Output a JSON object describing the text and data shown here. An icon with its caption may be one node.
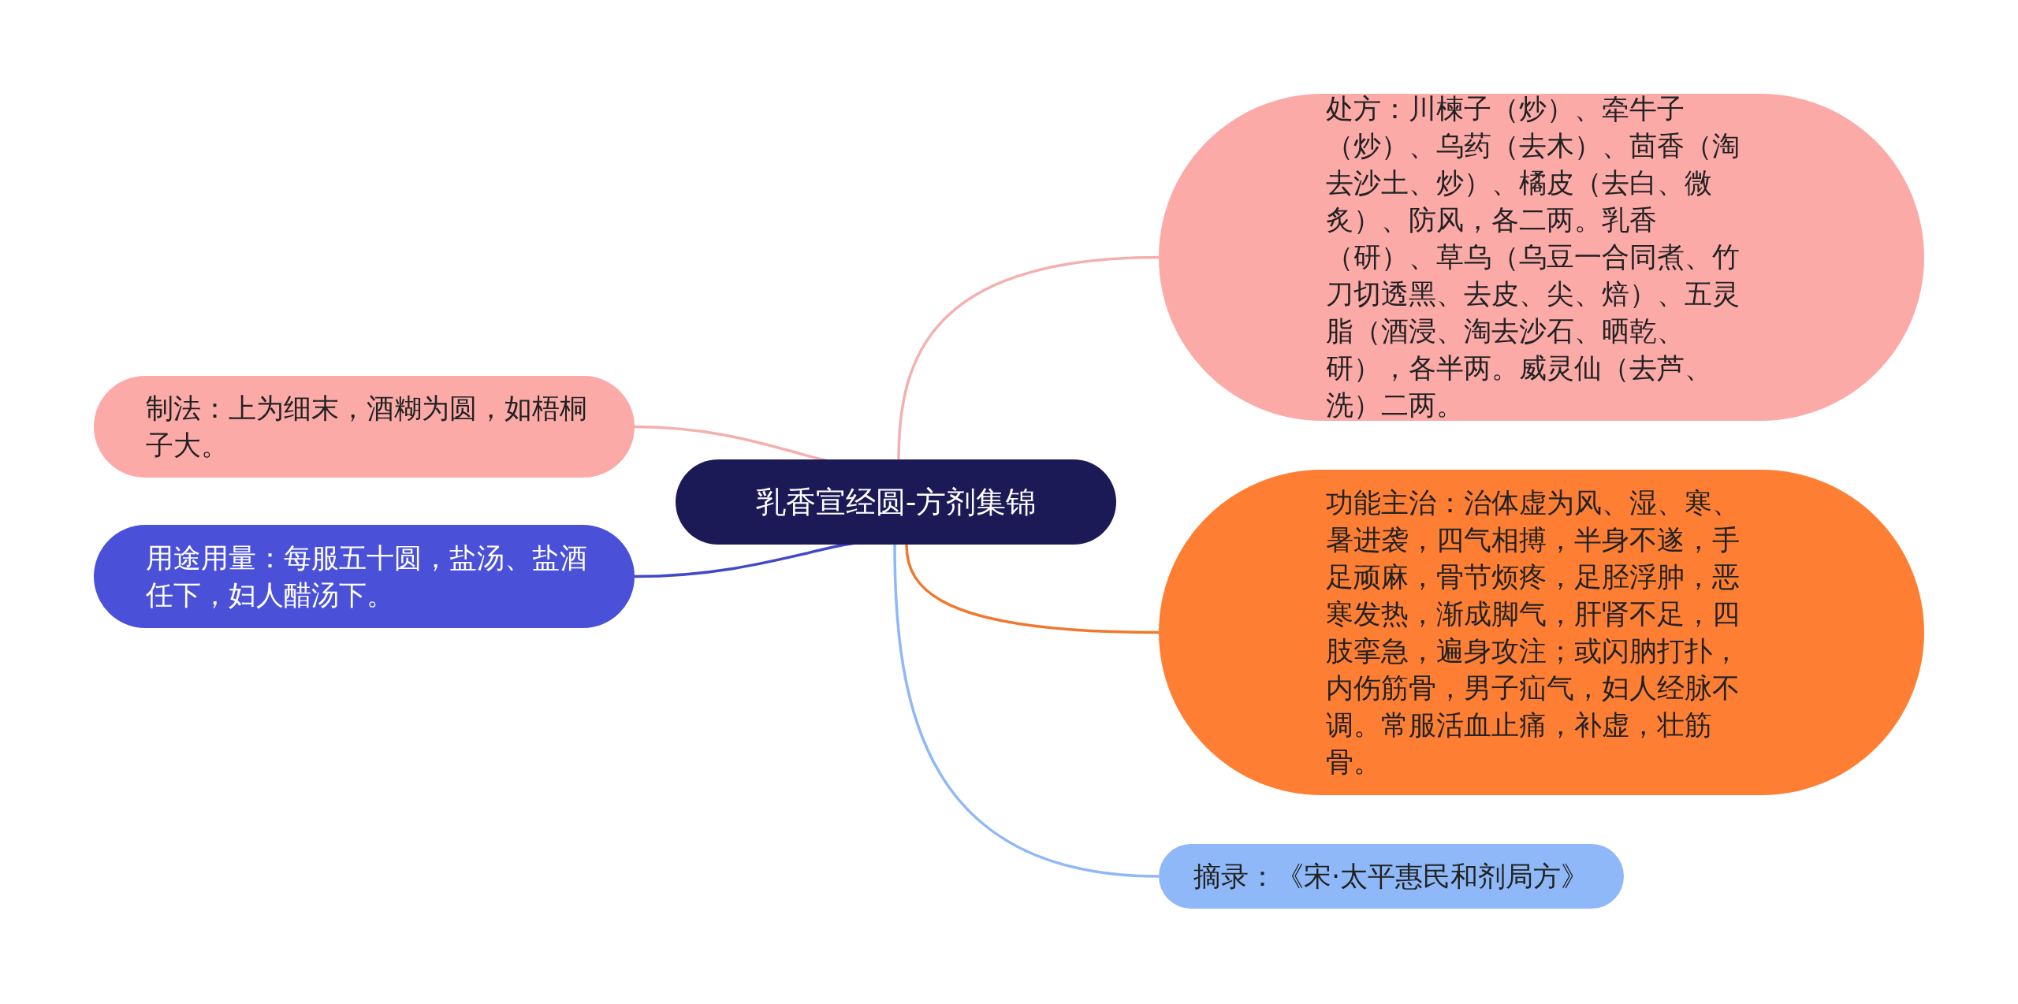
{
  "diagram": {
    "nodes": [
      {
        "text": [
          "乳香宣经圆-方剂集锦"
        ]
      },
      {
        "text": [
          "处方：川楝子（炒）、牵牛子（炒）、乌药（去木）、茴香（淘去沙土、炒）、橘皮（去白、微炙）、防风，各二两。乳香（研）、草乌（乌豆一合同煮、竹刀切透黑、去皮、尖、焙）、五灵脂（酒浸、淘去沙石、晒乾、研），各半两。威灵仙（去芦、洗）二两。"
        ]
      },
      {
        "text": [
          "功能主治：治体虚为风、湿、寒、暑进袭，四气相搏，半身不遂，手足顽麻，骨节烦疼，足胫浮肿，恶寒发热，渐成脚气，肝肾不足，四肢挛急，遍身攻注；或闪肭打扑，内伤筋骨，男子疝气，妇人经脉不调。常服活血止痛，补虚，壮筋骨。"
        ]
      },
      {
        "text": [
          "摘录：《宋·太平惠民和剂局方》"
        ]
      },
      {
        "text": [
          "制法：上为细末，酒糊为圆，如梧桐子大。"
        ]
      },
      {
        "text": [
          "用途用量：每服五十圆，盐汤、盐酒任下，妇人醋汤下。"
        ]
      }
    ],
    "edges": [
      {
        "from": 0,
        "to": 1,
        "arrow": "none",
        "color": "#f4b0ae"
      },
      {
        "from": 0,
        "to": 2,
        "arrow": "none",
        "color": "#f0782e"
      },
      {
        "from": 0,
        "to": 3,
        "arrow": "none",
        "color": "#8fb8f8"
      },
      {
        "from": 0,
        "to": 4,
        "arrow": "none",
        "color": "#f4b0ae"
      },
      {
        "from": 0,
        "to": 5,
        "arrow": "none",
        "color": "#4348c8"
      }
    ]
  }
}
